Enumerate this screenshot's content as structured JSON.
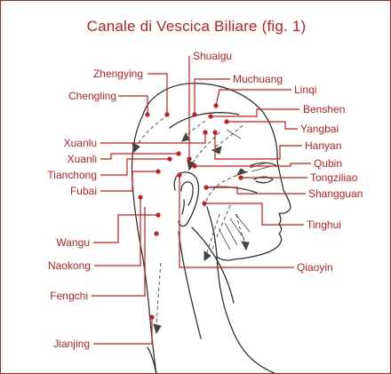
{
  "title": "Canale di Vescica Biliare  (fig. 1)",
  "colors": {
    "accent": "#c41e1e",
    "ink": "#333333"
  },
  "points": {
    "shuaigu": "Shuaigu",
    "zhengying": "Zhengying",
    "muchuang": "Muchuang",
    "linqi": "Linqi",
    "chengling": "Chengling",
    "benshen": "Benshen",
    "yangbai": "Yangbai",
    "xuanlu": "Xuanlu",
    "hanyan": "Hanyan",
    "xuanli": "Xuanli",
    "qubin": "Qubin",
    "tianchong": "Tianchong",
    "tongziliao": "Tongziliao",
    "fubai": "Fubai",
    "shangguan": "Shangguan",
    "tinghui": "Tinghui",
    "wangu": "Wangu",
    "naokong": "Naokong",
    "qiaoyin": "Qiaoyin",
    "fengchi": "Fengchi",
    "jianjing": "Jianjing"
  }
}
